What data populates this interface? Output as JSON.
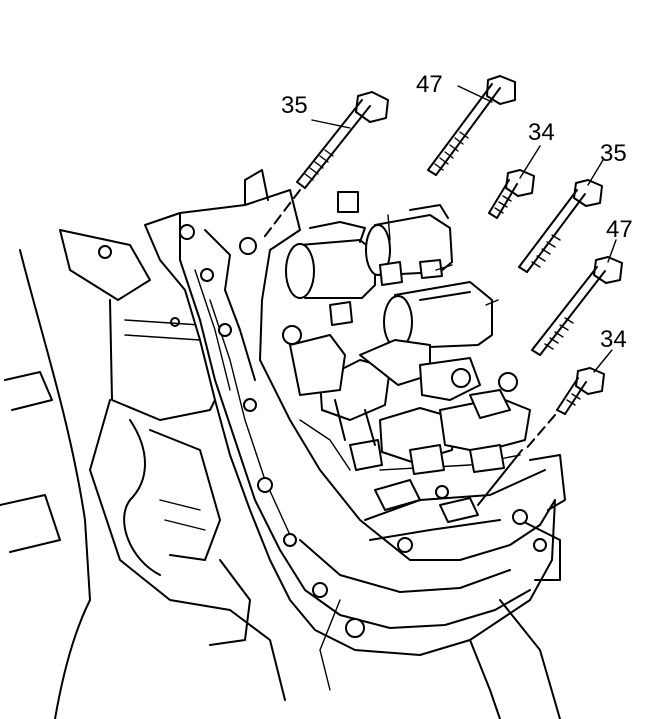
{
  "callouts": {
    "c35a": "35",
    "c47a": "47",
    "c34a": "34",
    "c35b": "35",
    "c47b": "47",
    "c34b": "34"
  },
  "colors": {
    "line": "#000000",
    "background": "#ffffff"
  },
  "icons": [
    "bolt-icon"
  ]
}
